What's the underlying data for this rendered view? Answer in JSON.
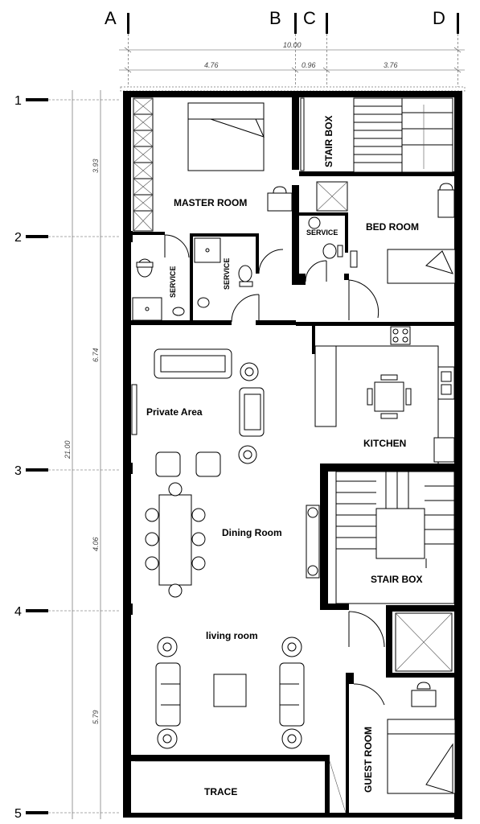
{
  "grid": {
    "columns": [
      "A",
      "B",
      "C",
      "D"
    ],
    "rows": [
      "1",
      "2",
      "3",
      "4",
      "5"
    ]
  },
  "dimensions": {
    "total_width": "10.00",
    "width_segments": [
      "4.76",
      "0.96",
      "3.76"
    ],
    "total_height": "21.00",
    "height_segments": [
      "3.93",
      "6.74",
      "4.06",
      "5.79"
    ]
  },
  "rooms": {
    "master_room": "MASTER ROOM",
    "stair_box_top": "STAIR BOX",
    "bed_room": "BED ROOM",
    "service_1": "SERVICE",
    "service_2": "SERVICE",
    "service_3": "SERVICE",
    "private_area": "Private Area",
    "kitchen": "KITCHEN",
    "dining_room": "Dining Room",
    "stair_box": "STAIR BOX",
    "living_room": "living room",
    "guest_room": "GUEST ROOM",
    "trace": "TRACE"
  }
}
